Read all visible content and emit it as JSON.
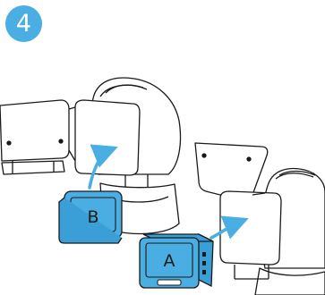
{
  "step": {
    "number": "4"
  },
  "units": {
    "b": {
      "label": "B",
      "color": "#4aaee2"
    },
    "a": {
      "label": "A",
      "color": "#4aaee2"
    }
  },
  "colors": {
    "accent": "#4aaee2",
    "outline": "#1a1a1a",
    "background": "#ffffff"
  }
}
